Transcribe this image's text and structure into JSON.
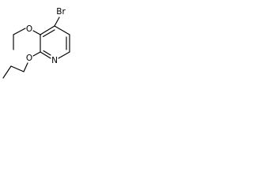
{
  "molecule": {
    "atoms": {
      "bromine": "Br",
      "ethoxy_oxygen": "O",
      "propoxy_oxygen": "O",
      "ring_nitrogen": "N"
    }
  }
}
